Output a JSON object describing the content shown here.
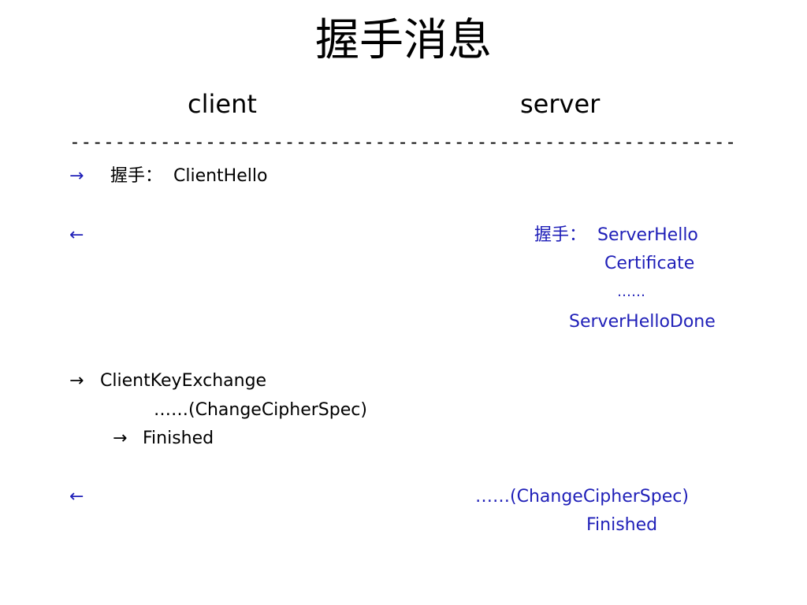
{
  "title": "握手消息",
  "columns": {
    "client": "client",
    "server": "server"
  },
  "divider": "-----------------------------------------------------------",
  "arrows": {
    "right": "→",
    "left": "←"
  },
  "messages": {
    "m1": "握手：  ClientHello",
    "m2": "握手：  ServerHello",
    "m3": "Certificate",
    "m4": "……",
    "m5": "ServerHelloDone",
    "m6": "ClientKeyExchange",
    "m7": "……(ChangeCipherSpec)",
    "m8": "Finished",
    "m9": "……(ChangeCipherSpec)",
    "m10": "Finished"
  },
  "colors": {
    "server_text": "#1f1fb8",
    "client_text": "#000000",
    "arrow_blue": "#1f1fb8"
  }
}
